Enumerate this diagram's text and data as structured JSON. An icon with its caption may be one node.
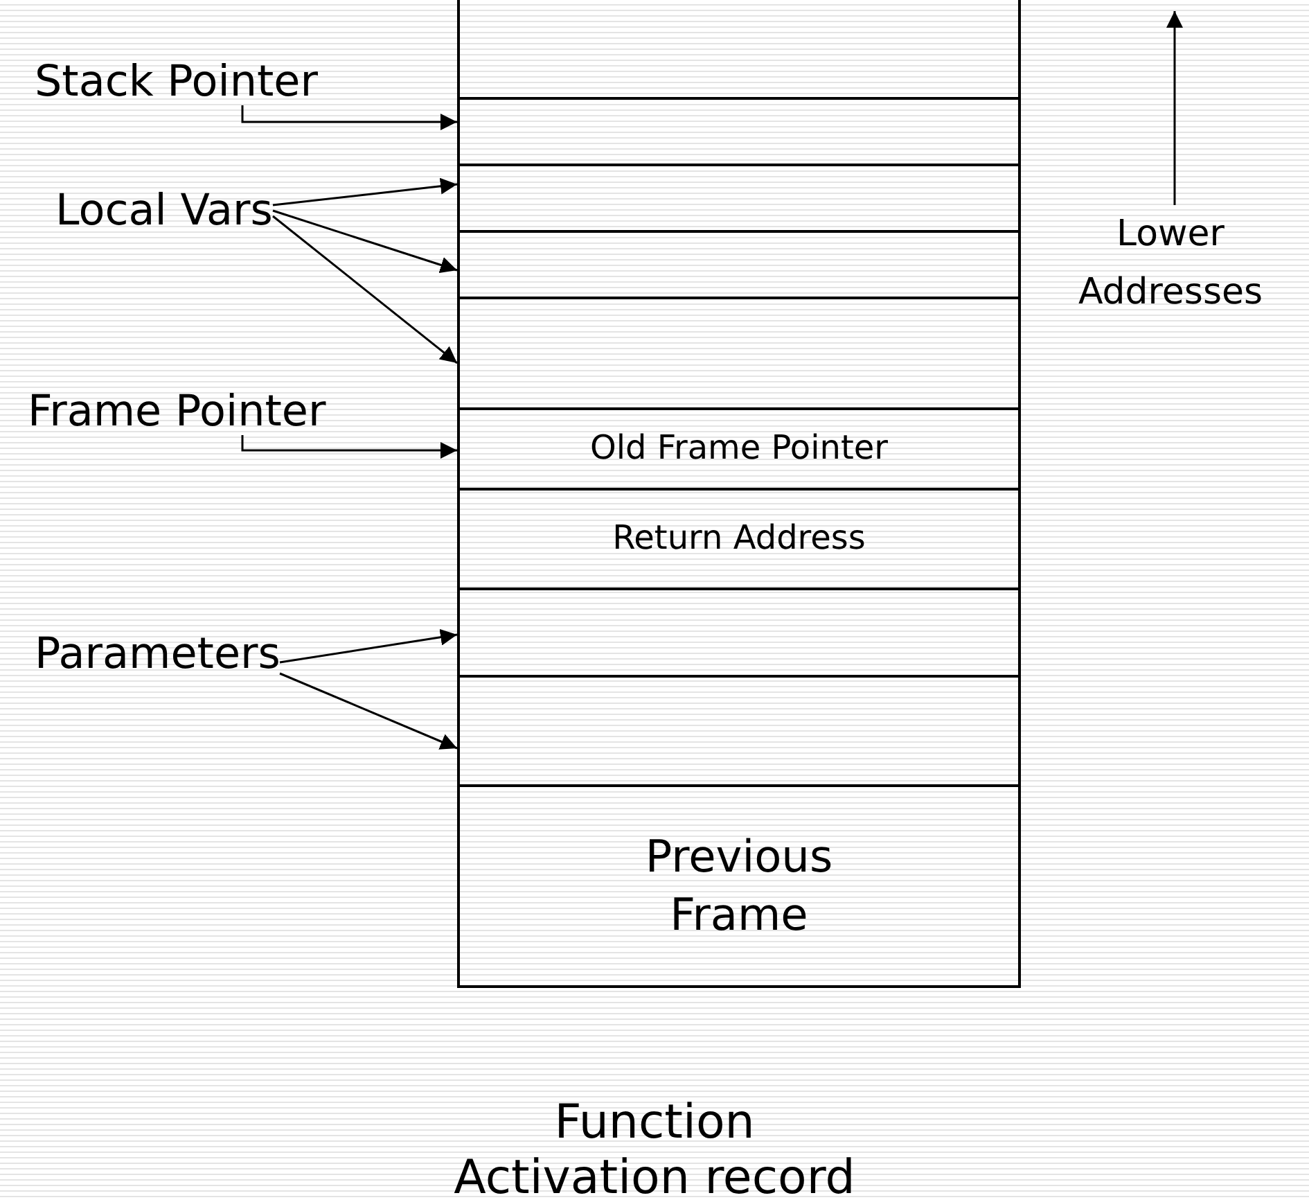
{
  "diagram": {
    "caption": "Function Activation record",
    "nodes": [
      {
        "text": [
          "Stack Pointer"
        ]
      },
      {
        "text": [],
        "shape": "box"
      },
      {
        "text": [],
        "shape": "box"
      },
      {
        "text": [
          "Local Vars"
        ]
      },
      {
        "text": [],
        "shape": "box"
      },
      {
        "text": [],
        "shape": "box"
      },
      {
        "text": [],
        "shape": "box"
      },
      {
        "text": [
          "Frame Pointer"
        ]
      },
      {
        "text": [
          "Old Frame Pointer"
        ]
      },
      {
        "text": [
          "Return Address"
        ]
      },
      {
        "text": [
          "Parameters"
        ]
      },
      {
        "text": [],
        "shape": "box"
      },
      {
        "text": [],
        "shape": "box"
      },
      {
        "text": [
          "Previous Frame"
        ]
      }
    ],
    "edges": [
      {
        "from": 0,
        "to": 2,
        "arrow": "to"
      },
      {
        "from": 3,
        "to": 4,
        "arrow": "to"
      },
      {
        "from": 3,
        "to": 5,
        "arrow": "to"
      },
      {
        "from": 3,
        "to": 6,
        "arrow": "to"
      },
      {
        "from": 7,
        "to": 8,
        "arrow": "to"
      },
      {
        "from": 10,
        "to": 11,
        "arrow": "to"
      },
      {
        "from": 10,
        "to": 12,
        "arrow": "to"
      }
    ],
    "labels": [
      "Lower Addresses"
    ]
  }
}
